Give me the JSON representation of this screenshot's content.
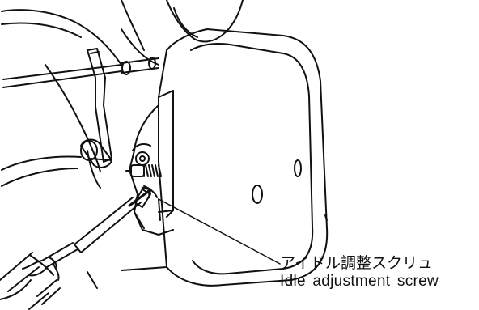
{
  "figure": {
    "subject": "Carburetor under cover with screwdriver turning the idle adjustment screw",
    "line_color": "#111111",
    "background_color": "#ffffff",
    "callout": {
      "label_jp": "アイドル調整スクリュ",
      "label_en": "Idle adjustment screw"
    },
    "icons": {
      "tool": "screwdriver-icon",
      "part": "idle-adjustment-screw"
    }
  }
}
